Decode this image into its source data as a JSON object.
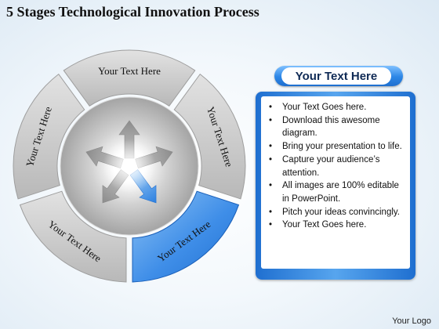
{
  "title": "5 Stages Technological Innovation Process",
  "diagram": {
    "segments": [
      {
        "label": "Your Text Here",
        "highlighted": false
      },
      {
        "label": "Your Text Here",
        "highlighted": false
      },
      {
        "label": "Your Text Here",
        "highlighted": true
      },
      {
        "label": "Your Text Here",
        "highlighted": false
      },
      {
        "label": "Your Text Here",
        "highlighted": false
      }
    ],
    "colors": {
      "segment": "#cfcfcf",
      "highlight": "#3f8ee8",
      "arrow": "#9a9a9a"
    }
  },
  "panel": {
    "header": "Your Text Here",
    "bullets": [
      "Your Text Goes here.",
      "Download this awesome diagram.",
      "Bring your presentation to life.",
      "Capture your audience’s attention.",
      "All images are 100% editable in PowerPoint.",
      "Pitch your ideas convincingly.",
      "Your Text Goes here."
    ]
  },
  "footer": {
    "logo_text": "Your Logo"
  }
}
